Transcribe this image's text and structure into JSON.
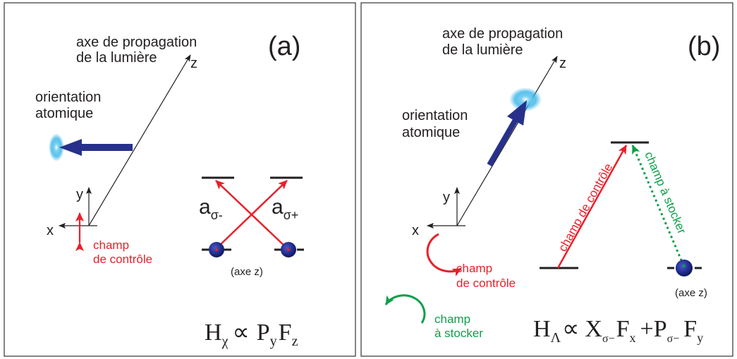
{
  "colors": {
    "arrow_red": "#e8202a",
    "arrow_green": "#0d9f4a",
    "orientation_blue": "#27318b",
    "atom_dark": "#1e2a8a",
    "cloud_blue": "#29aee6",
    "text": "#231f20"
  },
  "panel_a": {
    "label": "(a)",
    "axis_title_line1": "axe de propagation",
    "axis_title_line2": "de la lumière",
    "z": "z",
    "y": "y",
    "x": "x",
    "orientation_line1": "orientation",
    "orientation_line2": "atomique",
    "control_line1": "champ",
    "control_line2": "de contrôle",
    "a_main": "a",
    "sigma_minus_sub": "σ-",
    "sigma_plus_sub": "σ+",
    "axis_z_note": "(axe z)",
    "hamiltonian": {
      "H": "H",
      "H_sub": "χ",
      "propto": "∝",
      "P": "P",
      "P_sub": "y",
      "F": "F",
      "F_sub": "z"
    }
  },
  "panel_b": {
    "label": "(b)",
    "axis_title_line1": "axe de propagation",
    "axis_title_line2": "de la lumière",
    "z": "z",
    "y": "y",
    "x": "x",
    "orientation_line1": "orientation",
    "orientation_line2": "atomique",
    "control_field_arrow_label": "champ de contrôle",
    "stored_field_arrow_label": "champ à stocker",
    "control_line1": "champ",
    "control_line2": "de contrôle",
    "stored_line1": "champ",
    "stored_line2": "à stocker",
    "axis_z_note": "(axe z)",
    "hamiltonian": {
      "H": "H",
      "H_sub": "Λ",
      "propto": "∝",
      "X": "X",
      "X_sub": "σ−",
      "F1": "F",
      "F1_sub": "x",
      "plus": "+",
      "P": "P",
      "P_sub": "σ−",
      "F2": "F",
      "F2_sub": "y"
    }
  }
}
